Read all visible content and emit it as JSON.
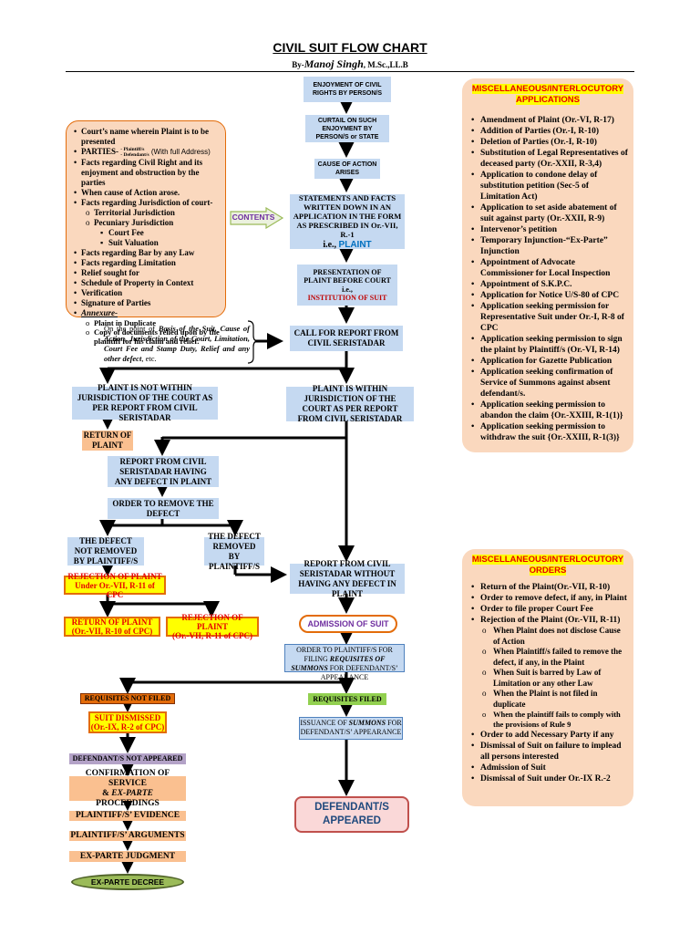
{
  "header": {
    "title": "CIVIL SUIT FLOW CHART",
    "by_prefix": "By-",
    "author": "Manoj Singh",
    "author_suffix": ", M.Sc.,LL.B"
  },
  "contents_box": {
    "items": {
      "i1": "Court’s name wherein Plaint is to be presented",
      "parties_label": "PARTIES-",
      "parties_top": "- Plaintiff/s",
      "parties_bottom": "- Defendant/s",
      "parties_note": "(With full Address)",
      "i3": "Facts regarding Civil Right and its enjoyment and obstruction by the parties",
      "i4": "When cause of Action arose.",
      "i5": "Facts regarding Jurisdiction of court-",
      "i5a": "Territorial Jurisdiction",
      "i5b": "Pecuniary Jurisdiction",
      "i5b1": "Court Fee",
      "i5b2": "Suit Valuation",
      "i6": "Facts regarding Bar by any Law",
      "i7": "Facts regarding Limitation",
      "i8": "Relief sought for",
      "i9": "Schedule of Property in Context",
      "i10": "Verification",
      "i11": "Signature of Parties",
      "i12": "Annexure-",
      "i12a": "Plaint in Duplicate",
      "i12b": "Copy of documents relied upon by the plaintiff for his claim and relief."
    }
  },
  "contents_arrow": "CONTENTS",
  "flow": {
    "n1": "ENJOYMENT OF CIVIL RIGHTS BY PERSON/S",
    "n2": "CURTAIL ON SUCH ENJOYMENT BY PERSON/S or STATE",
    "n3": "CAUSE OF ACTION ARISES",
    "n4": "STATEMENTS AND FACTS WRITTEN DOWN IN AN APPLICATION IN THE FORM AS PRESCRIBED IN Or.-VII, R.-1",
    "n4_ie": "i.e., ",
    "n4_plaint": "PLAINT",
    "n5": "PRESENTATION OF PLAINT BEFORE COURT",
    "n5_ie": "i.e.,",
    "n5_inst": "INSTITUTION OF SUIT",
    "n6": "CALL FOR REPORT FROM CIVIL SERISTADAR",
    "basis_prefix": "On the point of ",
    "basis_italic": "Basis of the Suit, Cause of Action, Jurisdiction of the Court, Limitation, Court Fee and Stamp Duty, Relief and any other defect",
    "basis_suffix": ", etc.",
    "n7a": "PLAINT IS NOT WITHIN JURISDICTION OF THE COURT AS PER REPORT FROM CIVIL SERISTADAR",
    "n7b": "PLAINT IS WITHIN JURISDICTION OF THE COURT AS PER REPORT FROM CIVIL SERISTADAR",
    "return_plaint": "RETURN OF PLAINT",
    "n8": "REPORT FROM CIVIL SERISTADAR HAVING ANY DEFECT IN PLAINT",
    "n9": "ORDER TO REMOVE THE DEFECT",
    "n10a": "THE DEFECT NOT REMOVED BY PLAINTIFF/S",
    "n10b": "THE DEFECT REMOVED BY PLAINTIFF/S",
    "n11": "REPORT FROM CIVIL SERISTADAR WITHOUT HAVING ANY DEFECT IN PLAINT",
    "rej1_a": "REJECTION OF PLAINT",
    "rej1_b": "Under Or.-VII, R-11 of CPC",
    "ret2_a": "RETURN OF PLAINT",
    "ret2_b": "(Or.-VII, R-10 of CPC)",
    "rej2_a": "REJECTION OF PLAINT",
    "rej2_b": "(Or.-VII, R-11 of CPC)",
    "admission": "ADMISSION OF SUIT",
    "order_req_1": "ORDER TO PLAINTIFF/S FOR FILING",
    "order_req_2": "REQUISITES OF SUMMONS",
    "order_req_3": " FOR DEFENDANT/S’ APPEARANCE",
    "req_not_filed": "REQUISITES NOT FILED",
    "req_filed": "REQUISITES FILED",
    "dismissed_a": "SUIT DISMISSED",
    "dismissed_b": "(Or.-IX, R-2 of CPC)",
    "issuance_1": "ISSUANCE OF ",
    "issuance_2": "SUMMONS",
    "issuance_3": " FOR DEFENDANT/S’ APPEARANCE",
    "def_not_appeared": "DEFENDANT/S NOT APPEARED",
    "confirm_1": "CONFIRMATION OF SERVICE",
    "confirm_2": "& ",
    "confirm_3": "EX-PARTE",
    "confirm_4": " PROCEEDINGS",
    "pl_evidence": "PLAINTIFF/S’ EVIDENCE",
    "pl_arguments": "PLAINTIFF/S’ ARGUMENTS",
    "exparte_judgment": "EX-PARTE JUDGMENT",
    "exparte_decree": "EX-PARTE DECREE",
    "def_appeared_1": "DEFENDANT/S",
    "def_appeared_2": "APPEARED"
  },
  "misc_applications": {
    "title_1": "MISCELLANEOUS/INTERLOCUTORY",
    "title_2": "APPLICATIONS",
    "items": [
      "Amendment of Plaint (Or.-VI, R-17)",
      "Addition of Parties (Or.-I, R-10)",
      "Deletion of Parties (Or.-I, R-10)",
      "Substitution of Legal Representatives of deceased party (Or.-XXII, R-3,4)",
      "Application to condone delay of substitution petition (Sec-5 of Limitation Act)",
      "Application to set aside abatement of suit against party (Or.-XXII, R-9)",
      "Intervenor’s petition",
      "Temporary Injunction-“Ex-Parte” Injunction",
      "Appointment of Advocate Commissioner for Local Inspection",
      "Appointment of S.K.P.C.",
      "Application for Notice U/S-80 of CPC",
      "Application seeking permission for Representative Suit under Or.-I, R-8 of CPC",
      "Application seeking permission to sign the plaint by Plaintiff/s (Or.-VI, R-14)",
      "Application for Gazette Publication",
      "Application seeking confirmation of Service of Summons against absent defendant/s.",
      "Application seeking permission to abandon the claim {Or.-XXIII, R-1(1)}",
      "Application seeking permission to withdraw the suit {Or.-XXIII, R-1(3)}"
    ]
  },
  "misc_orders": {
    "title_1": "MISCELLANEOUS/INTERLOCUTORY",
    "title_2": "ORDERS",
    "i1": "Return of the Plaint(Or.-VII, R-10)",
    "i2": "Order to remove defect, if any, in Plaint",
    "i3": "Order to file proper Court Fee",
    "i4": "Rejection of the Plaint (Or.-VII, R-11)",
    "i4a": "When Plaint does not disclose Cause of Action",
    "i4b": "When Plaintiff/s failed to remove the defect, if any, in the Plaint",
    "i4c": "When Suit is barred by Law of Limitation or any other Law",
    "i4d": "When the Plaint is not filed in duplicate",
    "i4e": "When the plaintiff fails to comply with the provisions of Rule 9",
    "i5": "Order to add Necessary Party if any",
    "i6": "Dismissal of Suit on failure to implead all persons interested",
    "i7": "Admission of Suit",
    "i8": "Dismissal of Suit under Or.-IX R.-2"
  }
}
